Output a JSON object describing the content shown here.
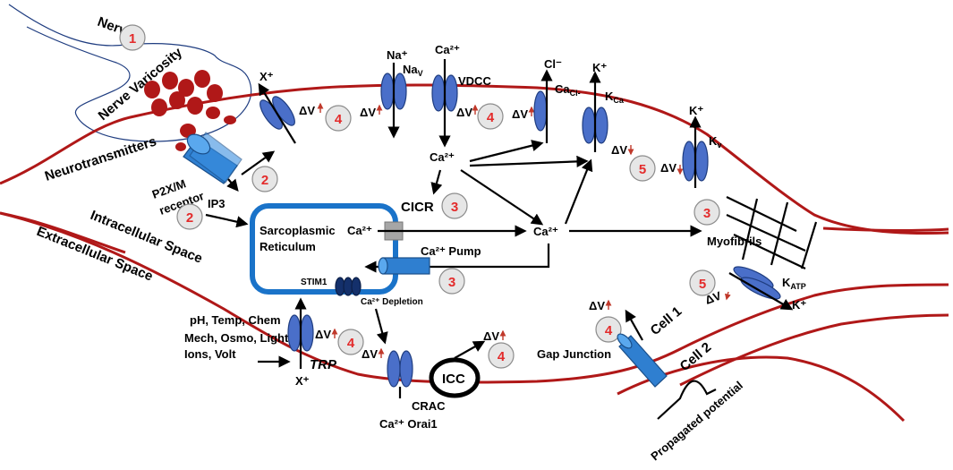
{
  "labels": {
    "nerve": "Nerve",
    "nerve_varicosity": "Nerve Varicosity",
    "neurotransmitters": "Neurotransmitters",
    "p2xm_receptor_1": "P2X/M",
    "p2xm_receptor_2": "receptor",
    "ip3": "IP3",
    "x_plus": "X⁺",
    "x_plus_bottom": "X⁺",
    "na_plus": "Na⁺",
    "nav": "Na",
    "nav_sub": "V",
    "ca2_top": "Ca²⁺",
    "vdcc": "VDCC",
    "cl_minus": "Cl⁻",
    "ca_cl": "Ca",
    "ca_cl_sub": "Cl-",
    "k_plus_kca": "K⁺",
    "kca": "K",
    "kca_sub": "Ca",
    "k_plus_kv": "K⁺",
    "kv": "K",
    "kv_sub": "v",
    "dv": "ΔV",
    "ca2_mid": "Ca²⁺",
    "cicr": "CICR",
    "sr_1": "Sarcoplasmic",
    "sr_2": "Reticulum",
    "ca2_sr": "Ca²⁺",
    "ca2_center": "Ca²⁺",
    "ca_pump": "Ca²⁺ Pump",
    "stim1": "STIM1",
    "ca_depletion": "Ca²⁺ Depletion",
    "myofibrils": "Myofibrils",
    "katp": "K",
    "katp_sub": "ATP",
    "k_plus_katp": "K⁺",
    "intracellular": "Intracellular Space",
    "extracellular": "Extracellular Space",
    "trp_stimuli_1": "pH, Temp, Chem",
    "trp_stimuli_2": "Mech, Osmo, Light",
    "trp_stimuli_3": "Ions, Volt",
    "trp": "TRP",
    "crac": "CRAC",
    "orai1": "Ca²⁺ Orai1",
    "icc": "ICC",
    "gap_junction": "Gap Junction",
    "cell1": "Cell 1",
    "cell2": "Cell 2",
    "propagated": "Propagated potential"
  },
  "steps": {
    "s1": "1",
    "s2a": "2",
    "s2b": "2",
    "s3a": "3",
    "s3b": "3",
    "s3c": "3",
    "s4a": "4",
    "s4b": "4",
    "s4c": "4",
    "s4d": "4",
    "s4e": "4",
    "s5a": "5",
    "s5b": "5"
  },
  "colors": {
    "membrane": "#b01818",
    "channel": "#4a6fc9",
    "sr_border": "#1a73c9",
    "step_number": "#e32b2b",
    "vesicle": "#b01818"
  }
}
